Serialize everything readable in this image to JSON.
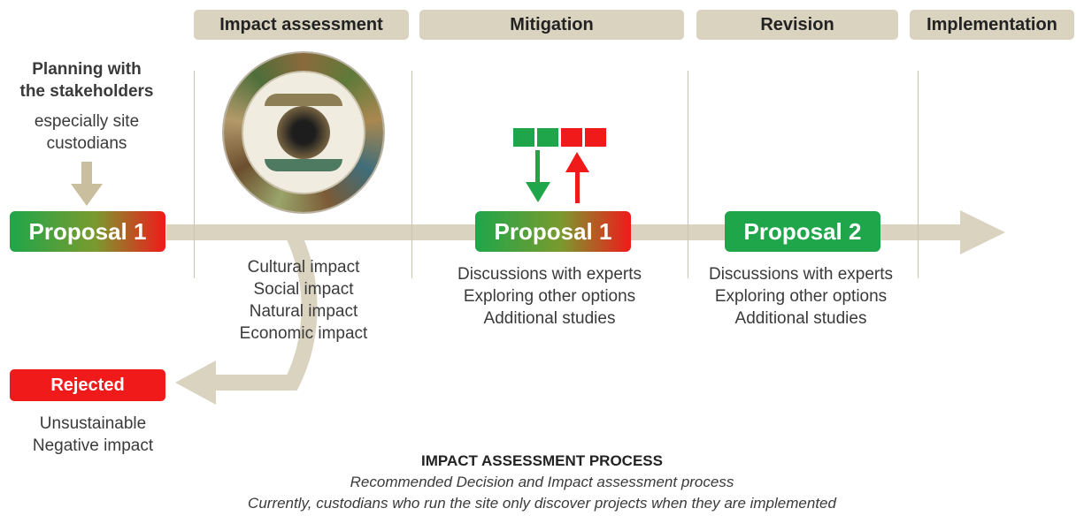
{
  "stages": [
    "Impact assessment",
    "Mitigation",
    "Revision",
    "Implementation"
  ],
  "planning": {
    "bold": [
      "Planning with",
      "the stakeholders"
    ],
    "normal": [
      "especially site",
      "custodians"
    ]
  },
  "proposals": {
    "first": "Proposal 1",
    "second": "Proposal 1",
    "third": "Proposal 2"
  },
  "impacts": [
    "Cultural impact",
    "Social impact",
    "Natural impact",
    "Economic impact"
  ],
  "mitigation_steps": [
    "Discussions with experts",
    "Exploring other options",
    "Additional studies"
  ],
  "revision_steps": [
    "Discussions with experts",
    "Exploring other options",
    "Additional studies"
  ],
  "rejected": {
    "label": "Rejected",
    "reasons": [
      "Unsustainable",
      "Negative impact"
    ]
  },
  "caption": {
    "title": "IMPACT ASSESSMENT PROCESS",
    "line1": "Recommended Decision and Impact assessment process",
    "line2": "Currently, custodians who run the site only discover projects when they are implemented"
  },
  "colors": {
    "stage_bg": "#d9d3c0",
    "arrow": "#d9d3c0",
    "green": "#1fa64a",
    "red": "#f01a1a"
  },
  "icons": [
    "impact-wheel-icon",
    "down-arrow-icon",
    "up-arrow-icon"
  ]
}
